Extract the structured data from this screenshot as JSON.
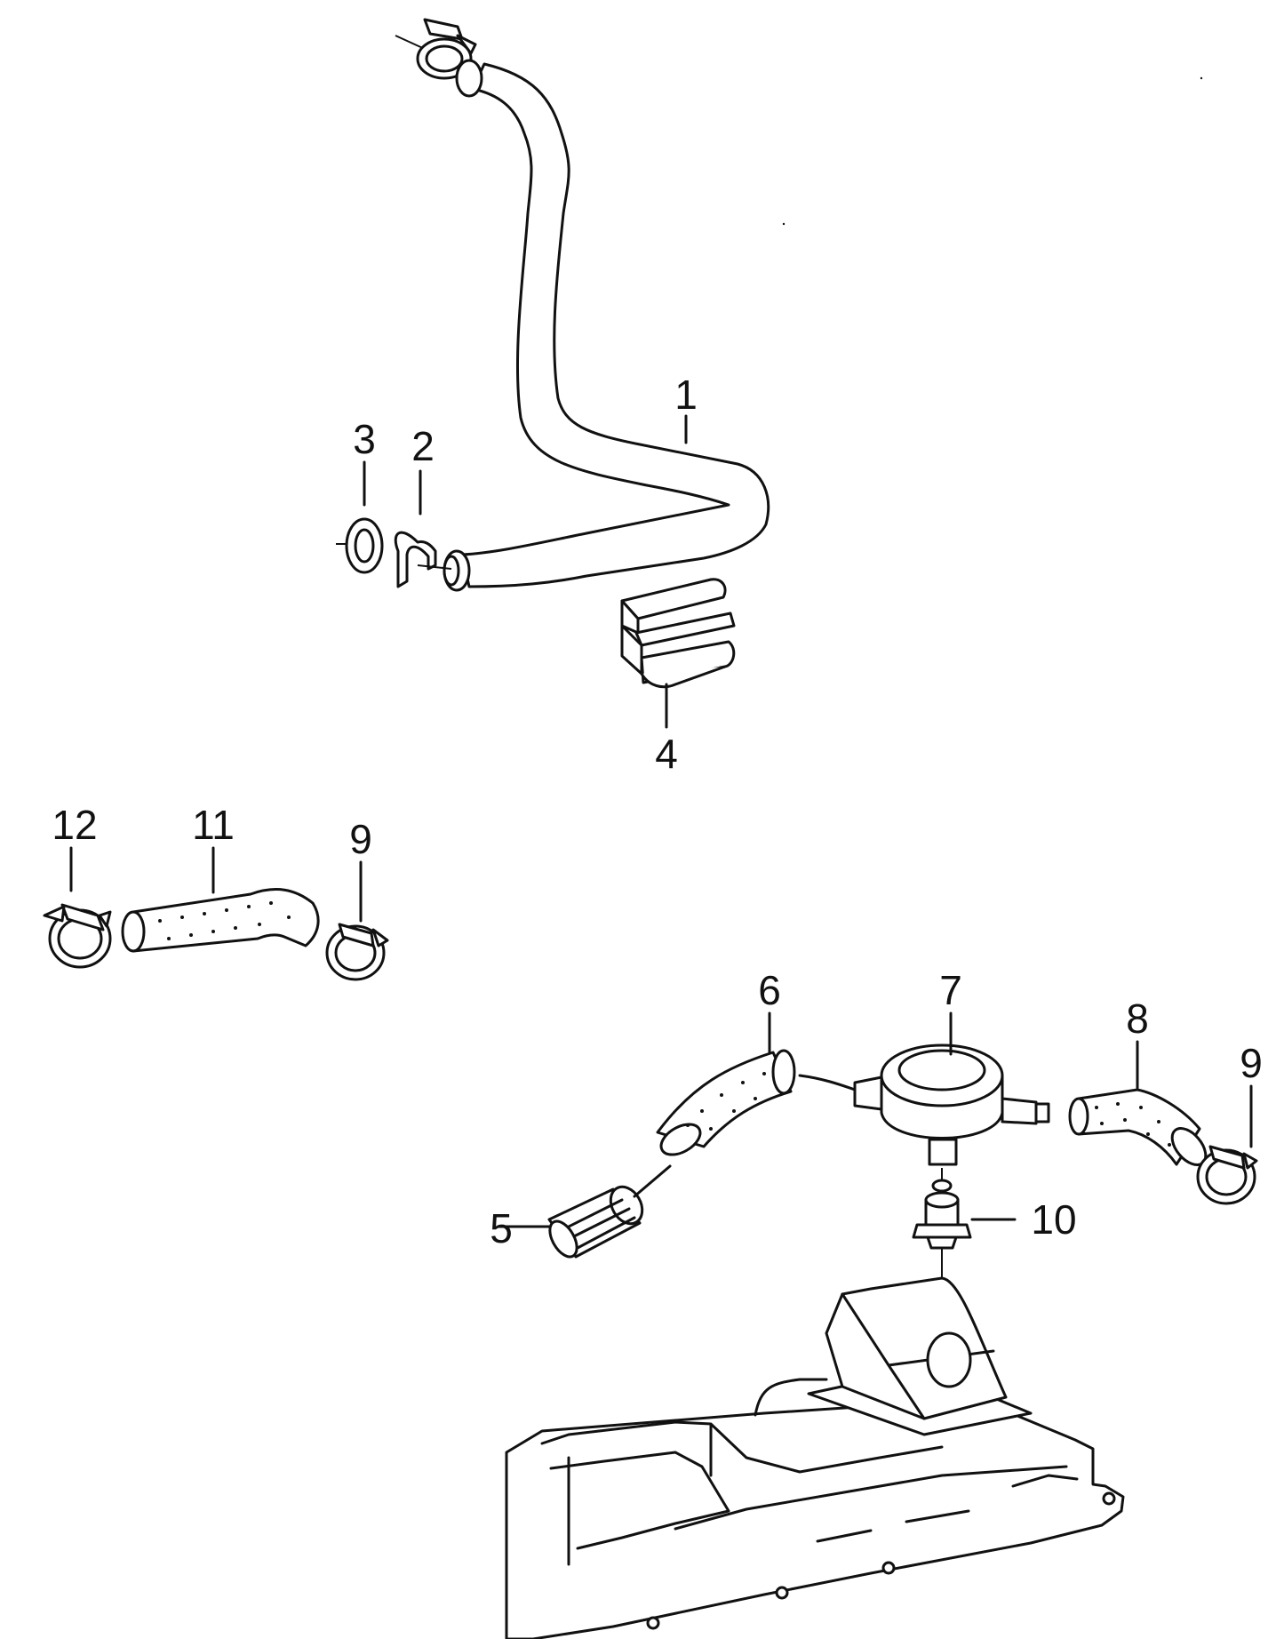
{
  "diagram": {
    "labels": [
      "1",
      "2",
      "3",
      "4",
      "5",
      "6",
      "7",
      "8",
      "9",
      "10",
      "11",
      "12",
      "9"
    ]
  }
}
